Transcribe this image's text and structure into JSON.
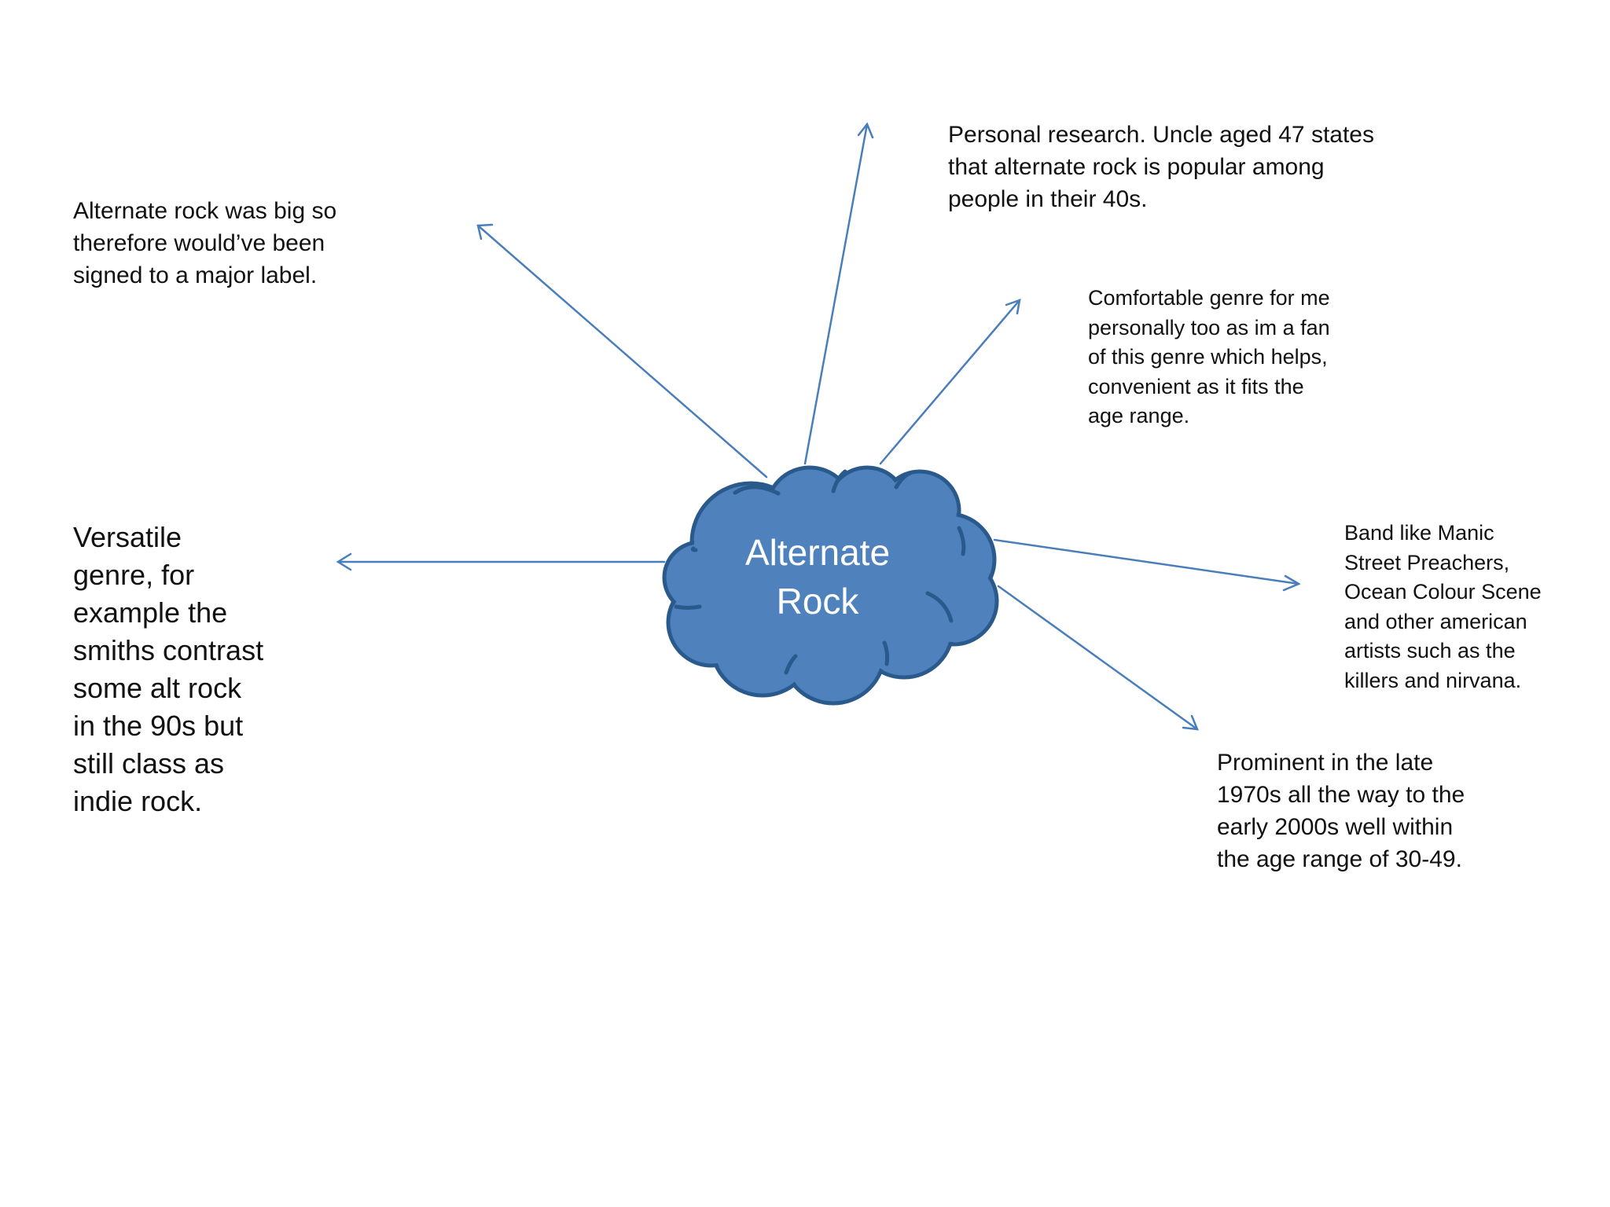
{
  "center": {
    "lines": [
      "Alternate",
      "Rock"
    ]
  },
  "nodes": {
    "major_label": {
      "lines": [
        "Alternate rock was big so",
        "therefore would’ve been",
        "signed to a major label."
      ]
    },
    "personal_research": {
      "lines": [
        "Personal research. Uncle aged 47 states",
        "that alternate rock is popular among",
        "people in their 40s."
      ]
    },
    "comfortable": {
      "lines": [
        "Comfortable genre for me",
        "personally too as im a fan",
        "of this genre which helps,",
        "convenient as it fits the",
        "age range."
      ]
    },
    "versatile": {
      "lines": [
        "Versatile",
        "genre, for",
        "example the",
        "smiths contrast",
        "some alt rock",
        "in the 90s but",
        "still class as",
        "indie rock."
      ]
    },
    "bands": {
      "lines": [
        "Band like Manic",
        "Street Preachers,",
        "Ocean Colour  Scene",
        "and other american",
        "artists such as the",
        "killers  and nirvana."
      ]
    },
    "prominent": {
      "lines": [
        "Prominent in the late",
        "1970s all the way to the",
        "early 2000s well within",
        "the age range of 30-49."
      ]
    }
  },
  "colors": {
    "cloud_fill": "#4f81bd",
    "cloud_stroke": "#2a5a8c",
    "arrow": "#4a7ebb",
    "text": "#111111"
  }
}
